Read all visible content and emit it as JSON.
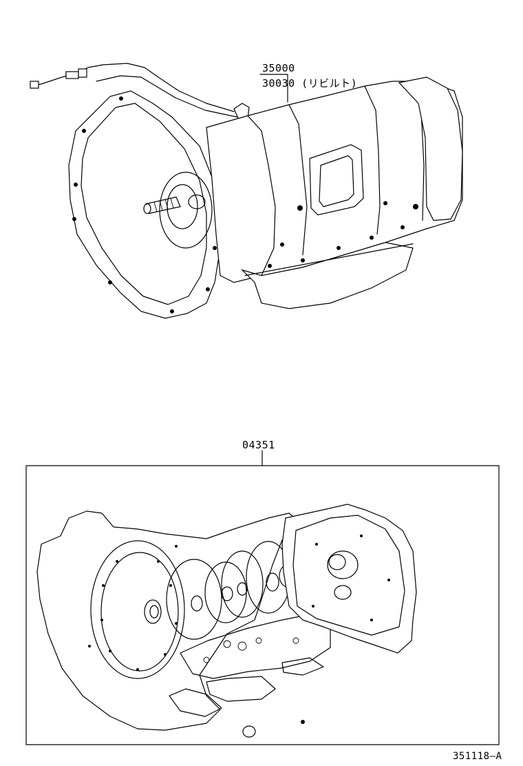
{
  "diagram": {
    "assembly_part_no": "35000",
    "rebuilt_part_line": "30030 (リビルト)",
    "overhaul_kit_part_no": "04351",
    "figure_code": "351118–A"
  }
}
